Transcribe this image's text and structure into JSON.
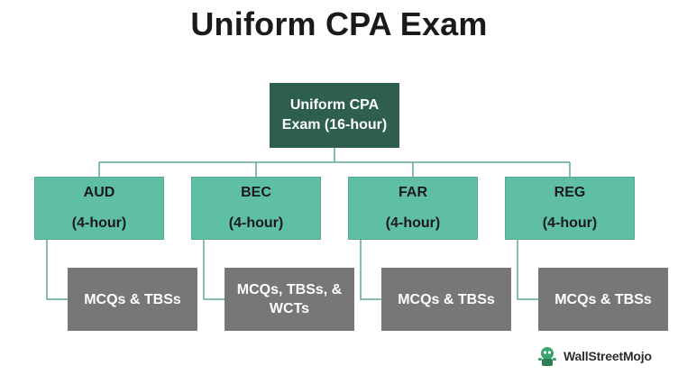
{
  "title": "Uniform CPA Exam",
  "root": {
    "line1": "Uniform CPA",
    "line2": "Exam (16-hour)"
  },
  "sections": [
    {
      "name": "AUD",
      "duration": "(4-hour)",
      "formats": [
        "MCQs & TBSs"
      ]
    },
    {
      "name": "BEC",
      "duration": "(4-hour)",
      "formats": [
        "MCQs, TBSs, &",
        "WCTs"
      ]
    },
    {
      "name": "FAR",
      "duration": "(4-hour)",
      "formats": [
        "MCQs & TBSs"
      ]
    },
    {
      "name": "REG",
      "duration": "(4-hour)",
      "formats": [
        "MCQs & TBSs"
      ]
    }
  ],
  "logo": {
    "text": "WallStreetMojo"
  },
  "colors": {
    "root": "#2d5e50",
    "section": "#5fbfa5",
    "format": "#777777",
    "connector": "#5fa898"
  }
}
